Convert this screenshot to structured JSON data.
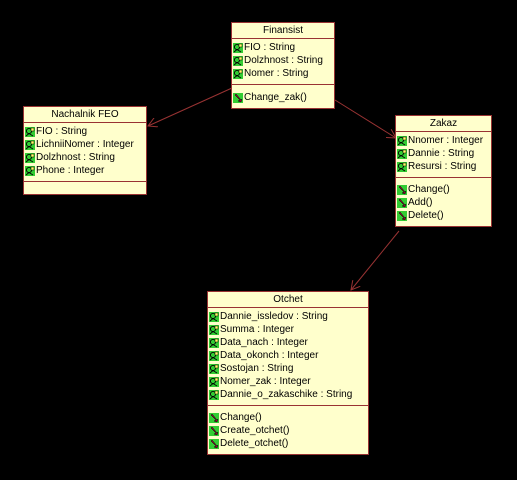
{
  "classes": {
    "finansist": {
      "name": "Finansist",
      "attributes": [
        "FIO : String",
        "Dolzhnost : String",
        "Nomer : String"
      ],
      "operations": [
        "Change_zak()"
      ]
    },
    "nachalnik": {
      "name": "Nachalnik FEO",
      "attributes": [
        "FIO : String",
        "LichniiNomer : Integer",
        "Dolzhnost : String",
        "Phone : Integer"
      ],
      "operations": []
    },
    "zakaz": {
      "name": "Zakaz",
      "attributes": [
        "Nnomer : Integer",
        "Dannie : String",
        "Resursi : String"
      ],
      "operations": [
        "Change()",
        "Add()",
        "Delete()"
      ]
    },
    "otchet": {
      "name": "Otchet",
      "attributes": [
        "Dannie_issledov : String",
        "Summa : Integer",
        "Data_nach : Integer",
        "Data_okonch : Integer",
        "Sostojan : String",
        "Nomer_zak : Integer",
        "Dannie_o_zakaschike : String"
      ],
      "operations": [
        "Change()",
        "Create_otchet()",
        "Delete_otchet()"
      ]
    }
  },
  "colors": {
    "background": "#000000",
    "box_fill": "#ffffcc",
    "box_border": "#993333",
    "arrow": "#993333",
    "icon_green": "#33cc33"
  },
  "icons": {
    "attribute": "attribute-icon",
    "operation": "operation-icon"
  }
}
